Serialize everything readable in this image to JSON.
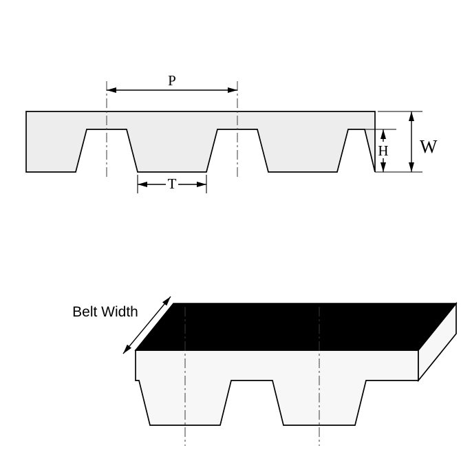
{
  "diagram": {
    "labels": {
      "pitch": "P",
      "tooth_width": "T",
      "tooth_height": "H",
      "belt_thickness": "W",
      "belt_width": "Belt Width"
    },
    "colors": {
      "line": "#000000",
      "belt_fill": "#ededed",
      "face_fill": "#f7f7f7",
      "top_surface": "#000000",
      "background": "#ffffff"
    }
  }
}
